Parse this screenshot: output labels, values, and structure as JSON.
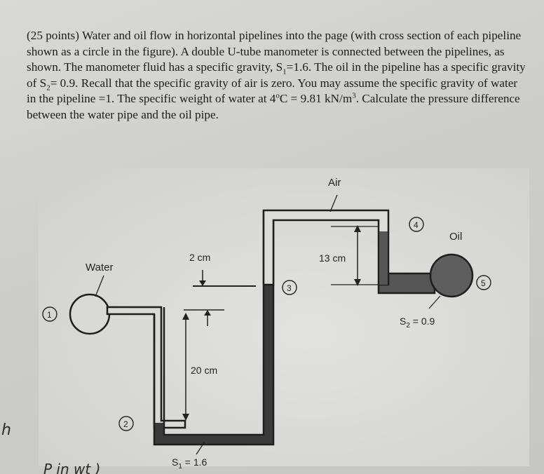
{
  "problem": {
    "intro": "(25 points) Water and oil flow in horizontal pipelines into the page (with cross section of each pipeline shown as a circle in the figure). A double U-tube manometer is connected between the pipelines, as shown. The manometer fluid has a specific gravity, S",
    "s1_sub": "1",
    "s1_eq": "=1.6. The oil in the pipeline has a specific gravity of S",
    "s2_sub": "2",
    "s2_eq": "= 0.9. Recall that the specific gravity of air is zero. You may assume the specific gravity of water in the pipeline =1. The specific weight of water at 4",
    "degree_sup": "o",
    "after_degree": "C = 9.81 kN/m",
    "cubed_sup": "3",
    "tail": ". Calculate the pressure difference between the water pipe and the oil pipe."
  },
  "figure": {
    "water_label": "Water",
    "oil_label": "Oil",
    "air_label": "Air",
    "dim_2cm": "2 cm",
    "dim_13cm": "13 cm",
    "dim_20cm": "20 cm",
    "s2_label": "S",
    "s2_sub": "2",
    "s2_value": " = 0.9",
    "s1_label": "S",
    "s1_sub": "1",
    "s1_value": " = 1.6",
    "points": [
      "1",
      "2",
      "3",
      "4",
      "5"
    ]
  },
  "handwriting": {
    "left_margin": "h",
    "bottom_scribble": "P   in wt   )"
  },
  "colors": {
    "manometer_fluid": "#3a3a3a",
    "water": "#d8d8d6",
    "oil": "#555555",
    "tube_wall": "#1e1e1e"
  }
}
